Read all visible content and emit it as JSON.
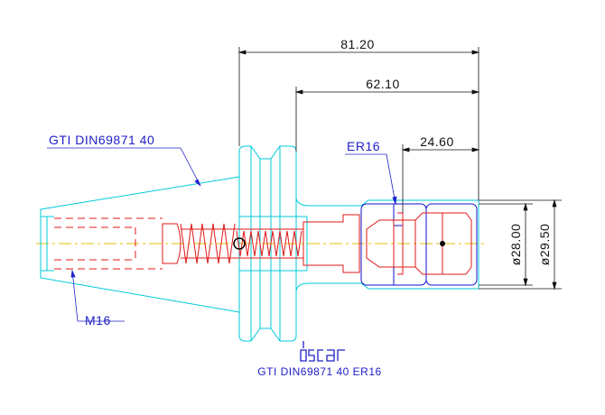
{
  "dimensions": {
    "overall_length": "81.20",
    "flange_to_end": "62.10",
    "nut_length": "24.60",
    "nut_diameter": "ø28.00",
    "body_diameter": "ø29.50"
  },
  "callouts": {
    "taper_standard": "GTI DIN69871 40",
    "collet_type": "ER16",
    "retention_thread": "M16"
  },
  "logo": {
    "brand": "iscar"
  },
  "caption": "GTI DIN69871 40 ER16",
  "colors": {
    "dimension": "#111111",
    "holder_outline": "#00c8d8",
    "internal_parts": "#e01818",
    "callout_text": "#2020c8",
    "centerline": "#e0c000",
    "nut_outline": "#1010d0"
  }
}
